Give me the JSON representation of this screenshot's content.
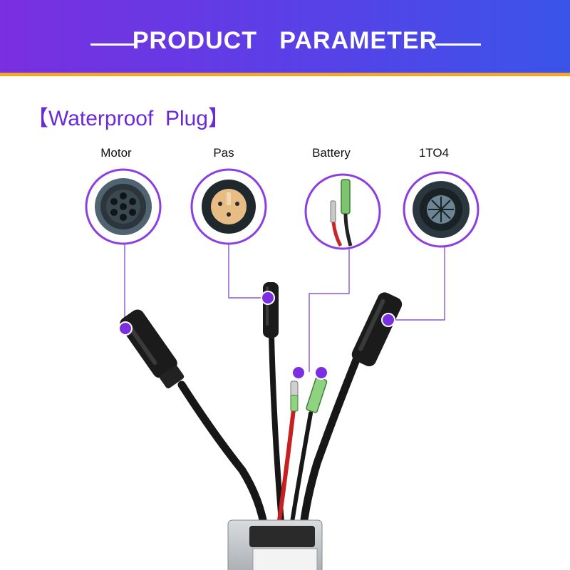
{
  "banner": {
    "title": "PRODUCT   PARAMETER",
    "colors": {
      "start": "#7a2fe0",
      "end": "#3a54e8",
      "stripe": "#f2a531"
    }
  },
  "section": {
    "title": "【Waterproof  Plug】"
  },
  "connectors": [
    {
      "label": "Motor",
      "icon": "motor-plug-icon"
    },
    {
      "label": "Pas",
      "icon": "pas-plug-icon"
    },
    {
      "label": "Battery",
      "icon": "battery-terminal-icon"
    },
    {
      "label": "1TO4",
      "icon": "1to4-plug-icon"
    }
  ],
  "accent_color": "#7b2fe0"
}
